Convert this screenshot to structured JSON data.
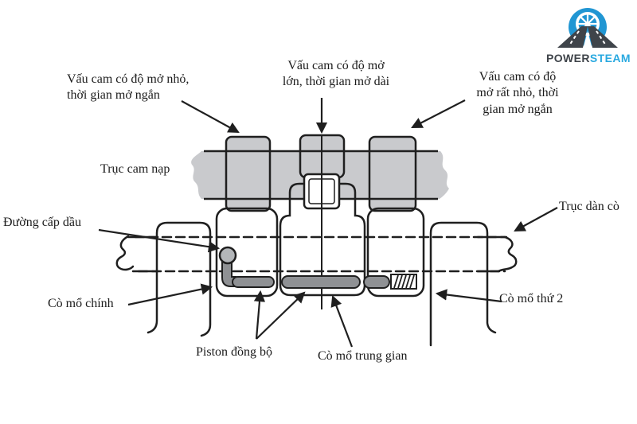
{
  "logo": {
    "power": "POWER",
    "steam": "STEAM",
    "colors": {
      "circle_blue": "#2196d3",
      "steam_blue": "#29a9e0",
      "road_gray": "#3f444a"
    }
  },
  "diagram": {
    "labels": {
      "cam_small": "Vấu cam có độ mở nhỏ,\nthời gian mở ngắn",
      "cam_large": "Vấu cam có độ mở\nlớn, thời gian mở dài",
      "cam_tiny": "Vấu cam có độ\nmở rất nhỏ, thời\ngian mở ngắn",
      "intake_camshaft": "Trục cam nạp",
      "oil_line": "Đường cấp dầu",
      "main_rocker": "Cò mổ chính",
      "sync_piston": "Piston đồng bộ",
      "mid_rocker": "Cò mổ trung gian",
      "rocker_shaft": "Trục dàn cò",
      "second_rocker": "Cò mổ thứ 2"
    },
    "colors": {
      "metal": "#c9cacd",
      "piston": "#8f9194",
      "oil_port": "#b3b6b9",
      "line": "#1f1f1f"
    }
  }
}
